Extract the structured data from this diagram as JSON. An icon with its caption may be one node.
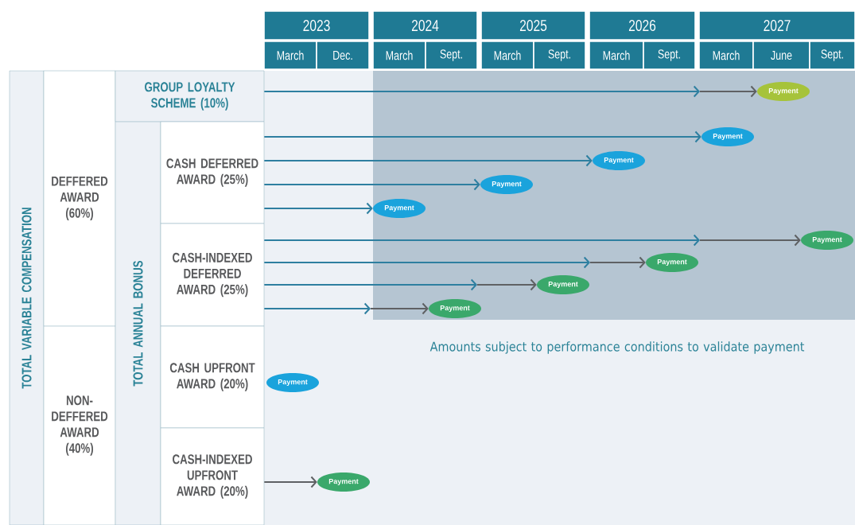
{
  "diagram": {
    "nodes": [
      {
        "text": [
          "2023"
        ]
      },
      {
        "text": [
          "2024"
        ]
      },
      {
        "text": [
          "2025"
        ]
      },
      {
        "text": [
          "2026"
        ]
      },
      {
        "text": [
          "2027"
        ]
      },
      {
        "text": [
          "March"
        ]
      },
      {
        "text": [
          "Dec."
        ]
      },
      {
        "text": [
          "March"
        ]
      },
      {
        "text": [
          "Sept."
        ]
      },
      {
        "text": [
          "March"
        ]
      },
      {
        "text": [
          "Sept."
        ]
      },
      {
        "text": [
          "March"
        ]
      },
      {
        "text": [
          "Sept."
        ]
      },
      {
        "text": [
          "March"
        ]
      },
      {
        "text": [
          "June"
        ]
      },
      {
        "text": [
          "Sept."
        ]
      },
      {
        "text": [
          "TOTAL VARIABLE COMPENSATION"
        ]
      },
      {
        "text": [
          "DEFFERED AWARD (60%)"
        ]
      },
      {
        "text": [
          "NON-DEFFERED AWARD (40%)"
        ]
      },
      {
        "text": [
          "GROUP LOYALTY SCHEME (10%)"
        ]
      },
      {
        "text": [
          "TOTAL ANNUAL BONUS"
        ]
      },
      {
        "text": [
          "CASH DEFERRED AWARD (25%)"
        ]
      },
      {
        "text": [
          "CASH-INDEXED DEFERRED AWARD (25%)"
        ]
      },
      {
        "text": [
          "CASH UPFRONT AWARD (20%)"
        ]
      },
      {
        "text": [
          "CASH-INDEXED UPFRONT AWARD (20%)"
        ]
      },
      {
        "text": [
          "Payment"
        ]
      },
      {
        "text": [
          "Payment"
        ]
      },
      {
        "text": [
          "Payment"
        ]
      },
      {
        "text": [
          "Payment"
        ]
      },
      {
        "text": [
          "Payment"
        ]
      },
      {
        "text": [
          "Payment"
        ]
      },
      {
        "text": [
          "Payment"
        ]
      },
      {
        "text": [
          "Payment"
        ]
      },
      {
        "text": [
          "Payment"
        ]
      },
      {
        "text": [
          "Payment"
        ]
      },
      {
        "text": [
          "Payment"
        ]
      }
    ],
    "edges": [
      {
        "from": 19,
        "to": 25,
        "arrow": "to"
      },
      {
        "from": 21,
        "to": 26,
        "arrow": "to"
      },
      {
        "from": 21,
        "to": 27,
        "arrow": "to"
      },
      {
        "from": 21,
        "to": 28,
        "arrow": "to"
      },
      {
        "from": 21,
        "to": 29,
        "arrow": "to"
      },
      {
        "from": 22,
        "to": 30,
        "arrow": "to"
      },
      {
        "from": 22,
        "to": 31,
        "arrow": "to"
      },
      {
        "from": 22,
        "to": 32,
        "arrow": "to"
      },
      {
        "from": 22,
        "to": 33,
        "arrow": "to"
      },
      {
        "from": 24,
        "to": 35,
        "arrow": "to",
        "color": "#5f6164"
      }
    ],
    "labels": [
      "Amounts subject to performance conditions to validate payment"
    ]
  }
}
